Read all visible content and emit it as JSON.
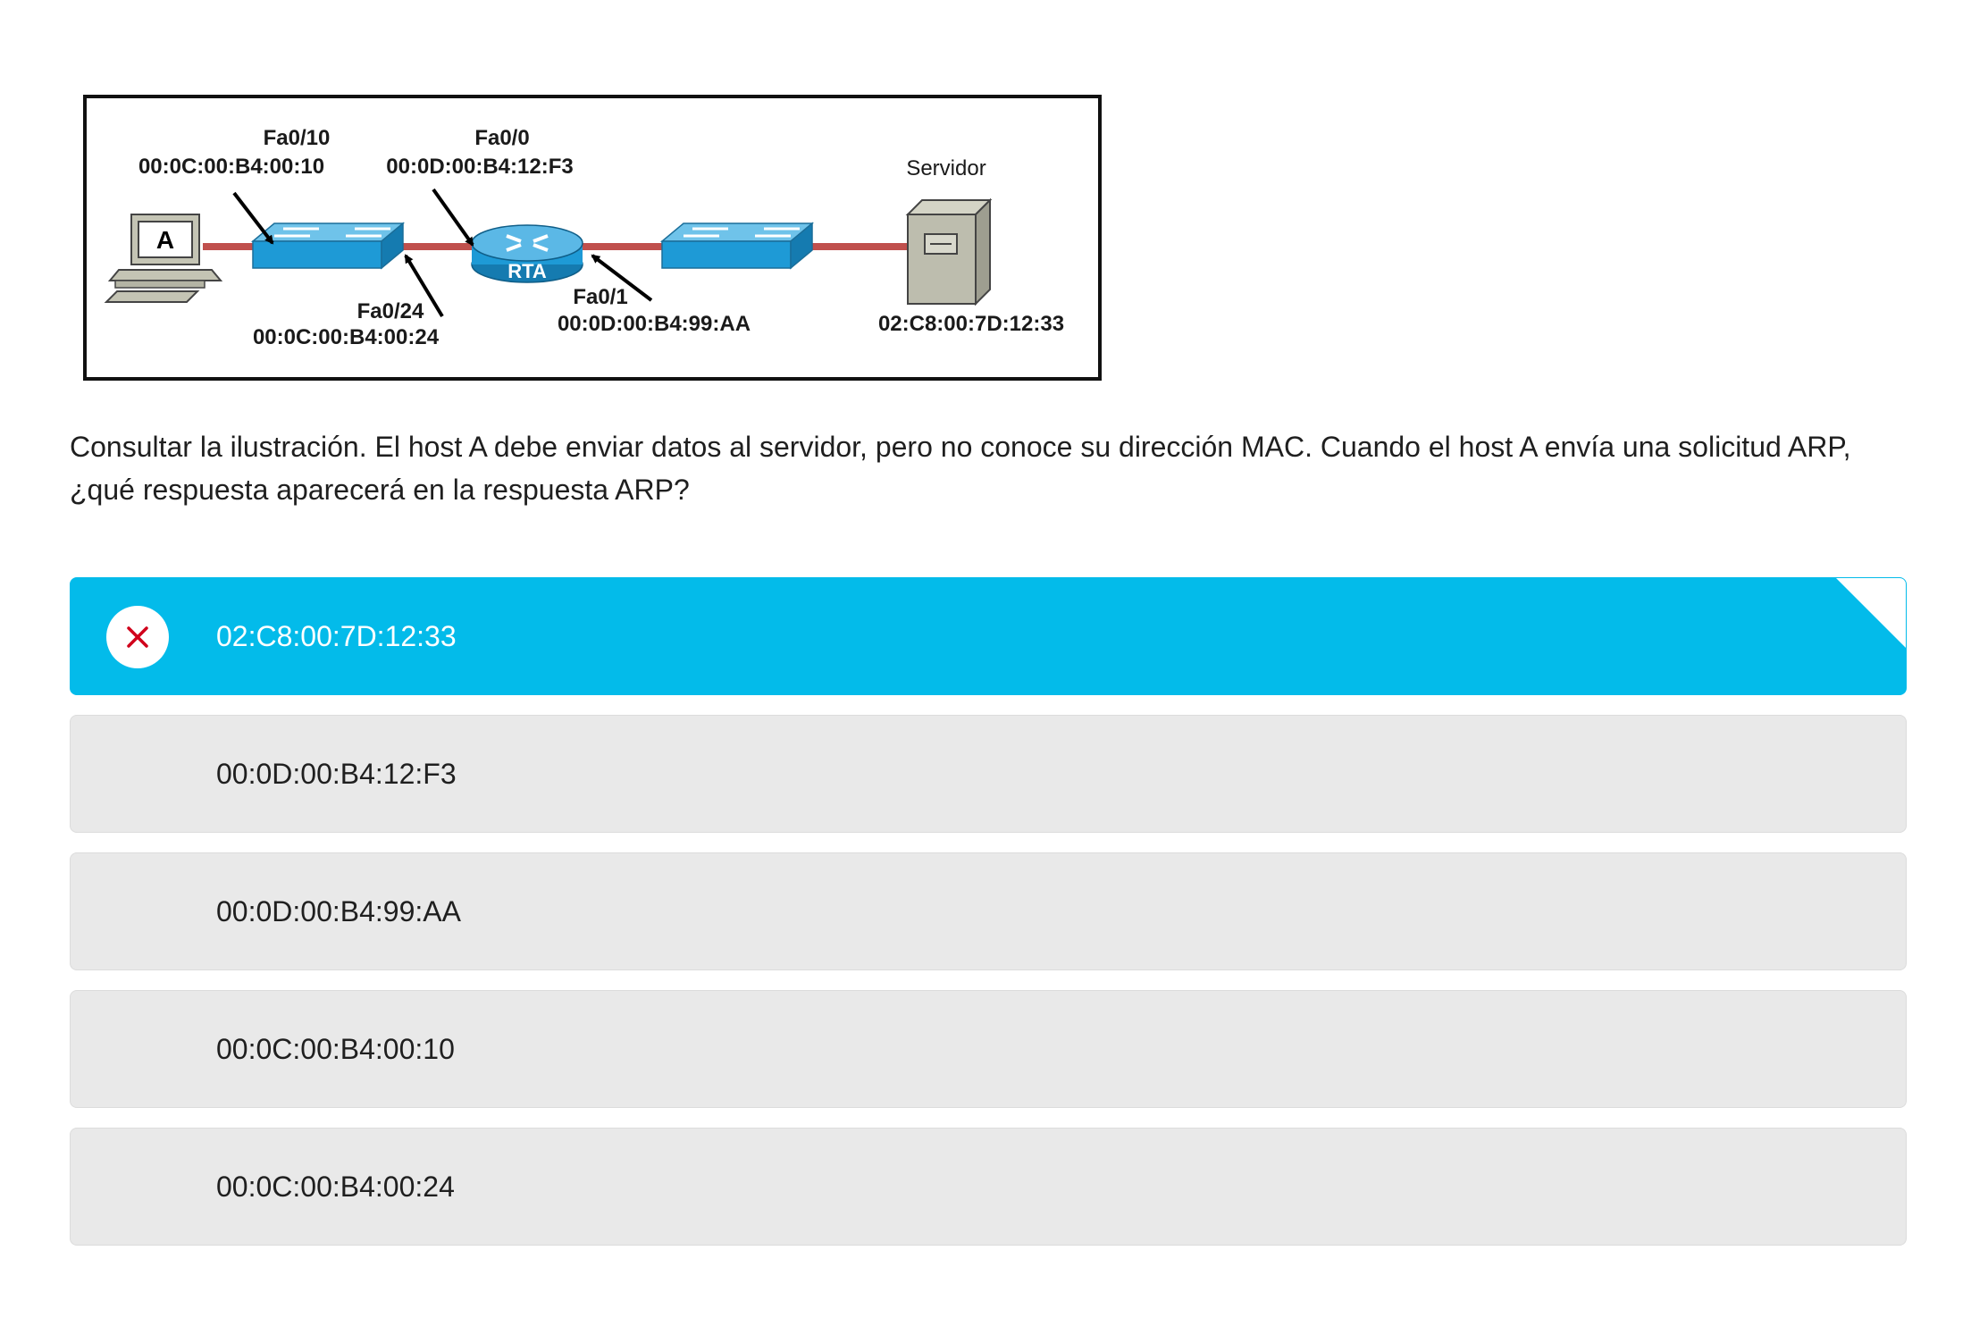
{
  "diagram": {
    "labels": {
      "fa0_10": "Fa0/10",
      "mac_fa0_10": "00:0C:00:B4:00:10",
      "fa0_0": "Fa0/0",
      "mac_fa0_0": "00:0D:00:B4:12:F3",
      "servidor": "Servidor",
      "host_a": "A",
      "rta": "RTA",
      "fa0_24": "Fa0/24",
      "mac_fa0_24": "00:0C:00:B4:00:24",
      "fa0_1": "Fa0/1",
      "mac_fa0_1": "00:0D:00:B4:99:AA",
      "mac_server": "02:C8:00:7D:12:33"
    },
    "colors": {
      "link": "#c0504d",
      "device_blue": "#1e9ad6",
      "pc_gray": "#c4c4b4",
      "server_gray": "#bdbdae"
    }
  },
  "question": {
    "text": "Consultar la ilustración. El host A debe enviar datos al servidor, pero no conoce su dirección MAC. Cuando el host A envía una solicitud ARP, ¿qué respuesta aparecerá en la respuesta ARP?"
  },
  "options": [
    {
      "label": "02:C8:00:7D:12:33",
      "selected": true,
      "result_icon": "x-mark-icon"
    },
    {
      "label": "00:0D:00:B4:12:F3",
      "selected": false
    },
    {
      "label": "00:0D:00:B4:99:AA",
      "selected": false
    },
    {
      "label": "00:0C:00:B4:00:10",
      "selected": false
    },
    {
      "label": "00:0C:00:B4:00:24",
      "selected": false
    }
  ],
  "theme": {
    "selected_bg": "#03bbea",
    "option_bg": "#e9e9e9",
    "wrong_mark": "#d0021b"
  }
}
